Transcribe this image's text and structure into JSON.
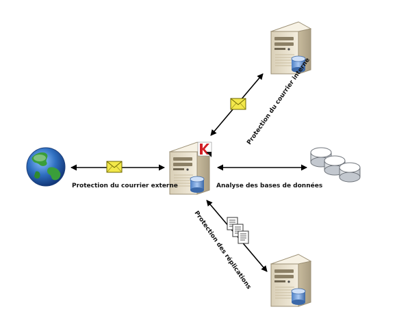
{
  "labels": {
    "external_mail": "Protection du courrier externe",
    "internal_mail": "Protection du courrier interne",
    "db_scan": "Analyse des bases de données",
    "replication": "Protection des réplications"
  },
  "icons": {
    "globe": "globe-icon",
    "central_server": "server-icon",
    "kaspersky_badge": "kaspersky-logo-icon",
    "top_server": "server-icon",
    "bottom_server": "server-icon",
    "databases": "database-stack-icon",
    "envelope": "envelope-icon",
    "documents": "document-stack-icon"
  },
  "colors": {
    "arrow": "#000000",
    "server_body": "#e9e1cc",
    "server_dark": "#b7ab90",
    "envelope": "#f3e84a",
    "kaspersky_red": "#d21f26",
    "globe_ocean": "#2f6fc0",
    "globe_land": "#3a9e3a"
  }
}
